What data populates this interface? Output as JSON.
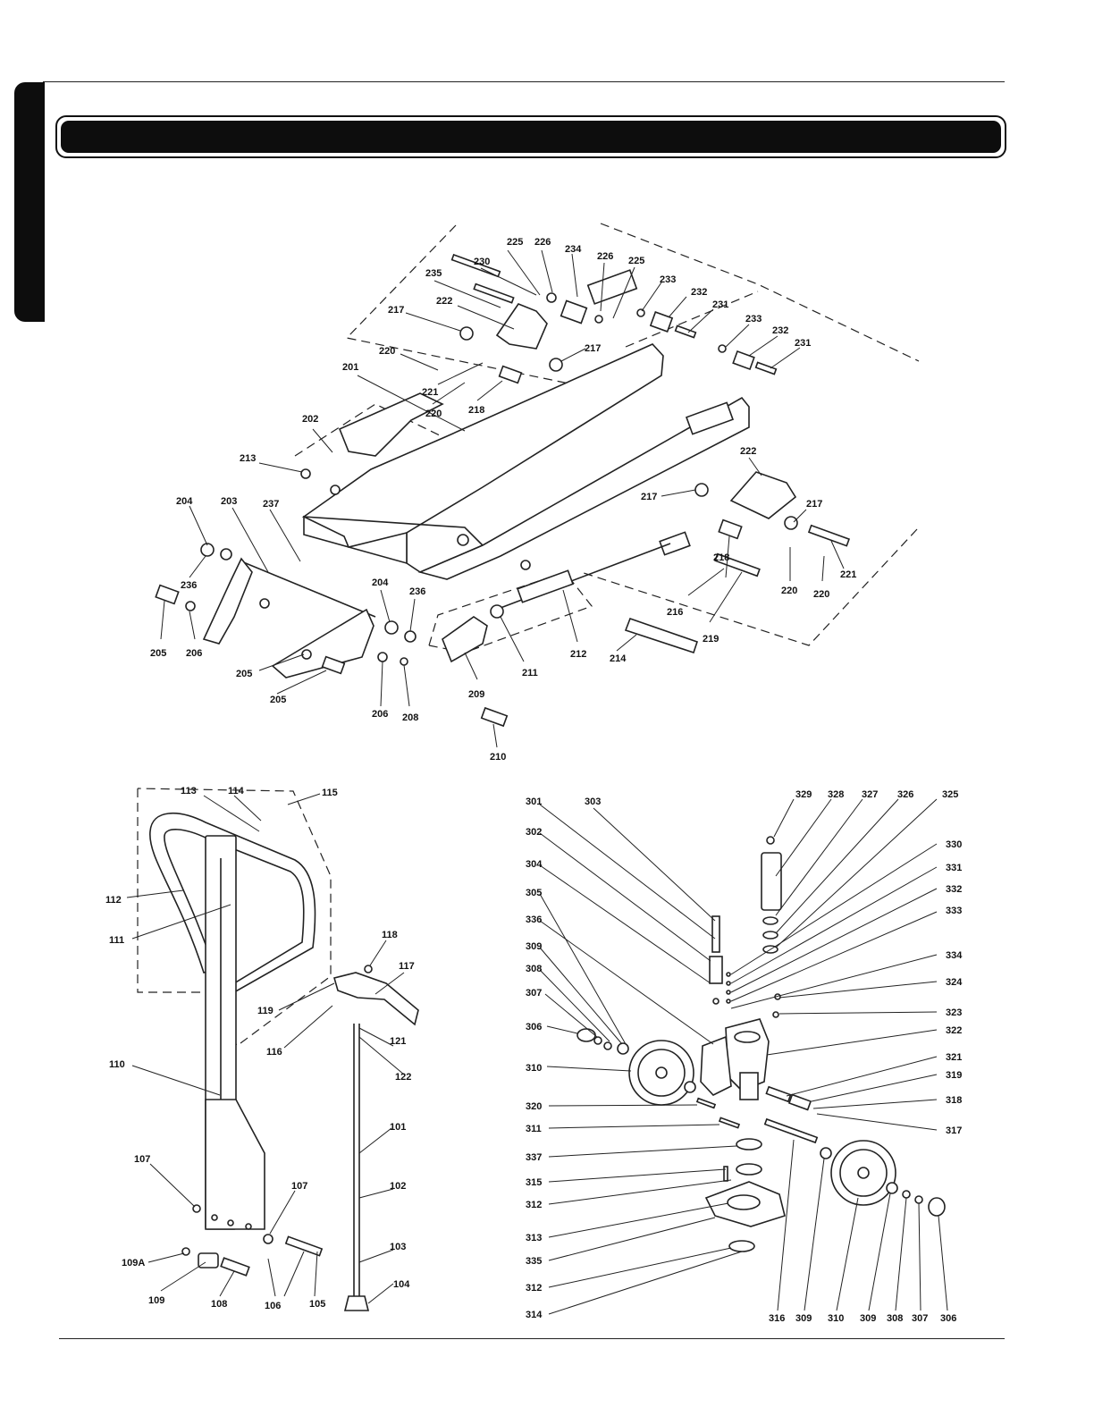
{
  "header": {
    "title": ""
  },
  "diagram_top": {
    "labels": [
      "225",
      "226",
      "234",
      "226",
      "225",
      "230",
      "235",
      "233",
      "232",
      "231",
      "222",
      "217",
      "233",
      "232",
      "231",
      "220",
      "217",
      "221",
      "220",
      "218",
      "201",
      "202",
      "213",
      "222",
      "217",
      "217",
      "237",
      "204",
      "203",
      "218",
      "236",
      "220",
      "220",
      "221",
      "205",
      "206",
      "204",
      "236",
      "216",
      "219",
      "212",
      "211",
      "205",
      "209",
      "214",
      "205",
      "206",
      "208",
      "210"
    ]
  },
  "diagram_left": {
    "labels": [
      "113",
      "114",
      "115",
      "112",
      "111",
      "118",
      "117",
      "119",
      "116",
      "121",
      "122",
      "110",
      "101",
      "107",
      "102",
      "107",
      "103",
      "109A",
      "104",
      "109",
      "108",
      "106",
      "105"
    ]
  },
  "diagram_right": {
    "labels": [
      "301",
      "303",
      "329",
      "328",
      "327",
      "326",
      "325",
      "302",
      "330",
      "304",
      "331",
      "332",
      "305",
      "333",
      "336",
      "309",
      "334",
      "308",
      "324",
      "307",
      "323",
      "306",
      "322",
      "321",
      "310",
      "319",
      "320",
      "318",
      "311",
      "317",
      "337",
      "315",
      "312",
      "313",
      "335",
      "312",
      "314",
      "316",
      "309",
      "310",
      "309",
      "308",
      "307",
      "306"
    ]
  }
}
